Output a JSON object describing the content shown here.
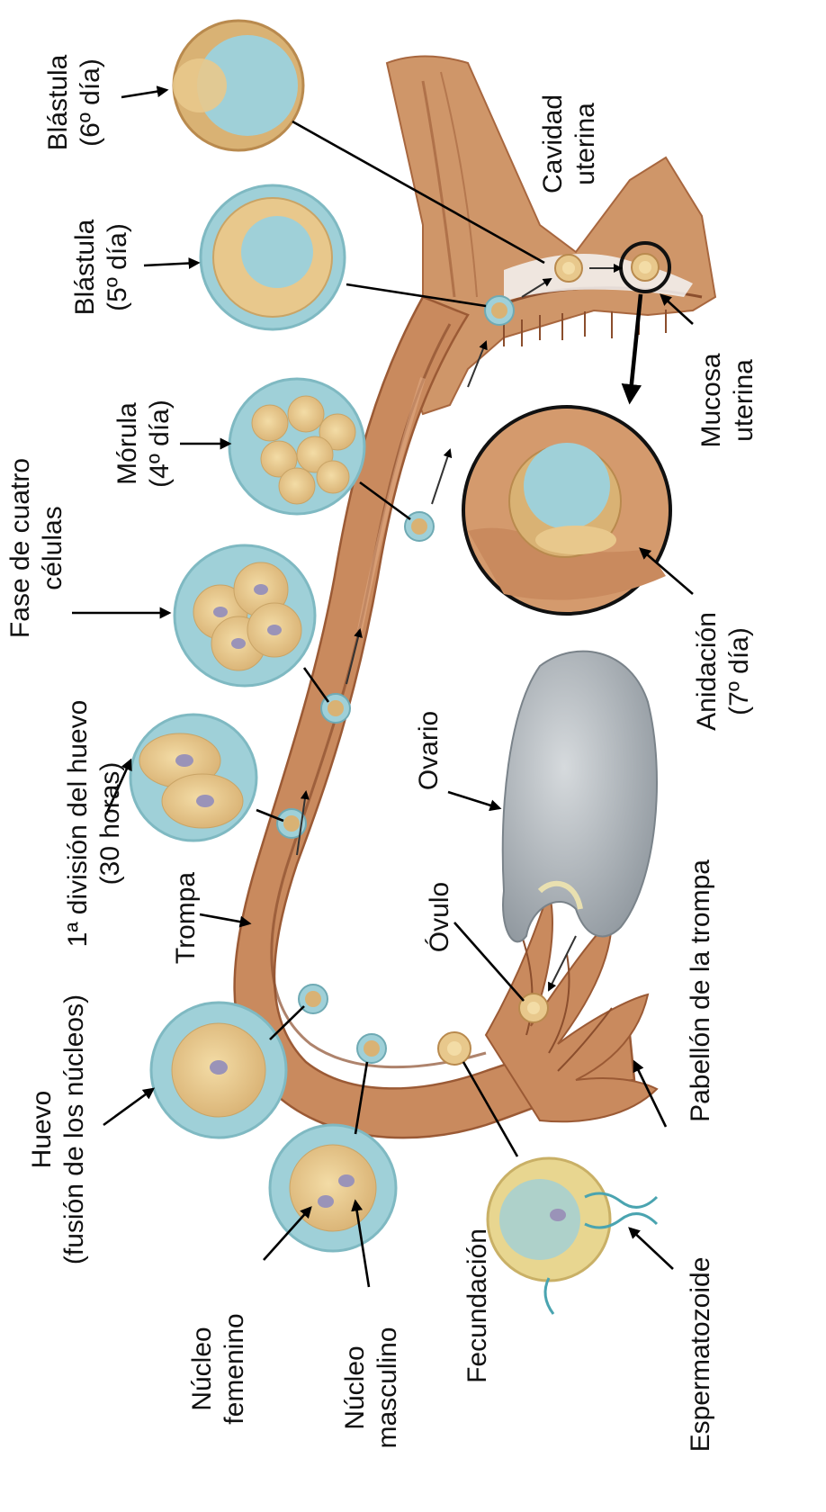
{
  "colors": {
    "tube": "#c98a5e",
    "tube_dark": "#9b5a35",
    "tube_light": "#e6b08a",
    "zona": "#7cc7cf",
    "cell": "#e8c88c",
    "cell_edge": "#c9a466",
    "nucleus": "#9a93b8",
    "ovary": "#b9bfc4",
    "cavity_fill": "#9fd0d8"
  },
  "labels": {
    "blastula6": [
      "Blástula",
      "(6º día)"
    ],
    "blastula5": [
      "Blástula",
      "(5º día)"
    ],
    "morula": [
      "Mórula",
      "(4º día)"
    ],
    "four_cell": [
      "Fase de cuatro",
      "células"
    ],
    "first_division": [
      "1ª división del huevo",
      "(30 horas)"
    ],
    "trompa": "Trompa",
    "huevo": [
      "Huevo",
      "(fusión de los núcleos)"
    ],
    "nucleo_femenino": [
      "Núcleo",
      "femenino"
    ],
    "nucleo_masculino": [
      "Núcleo",
      "masculino"
    ],
    "fecundacion": "Fecundación",
    "espermatozoide": "Espermatozoide",
    "pabellon": "Pabellón de la trompa",
    "ovulo": "Óvulo",
    "ovario": "Ovario",
    "anidacion": [
      "Anidación",
      "(7º día)"
    ],
    "mucosa": [
      "Mucosa",
      "uterina"
    ],
    "cavidad": [
      "Cavidad",
      "uterina"
    ]
  }
}
